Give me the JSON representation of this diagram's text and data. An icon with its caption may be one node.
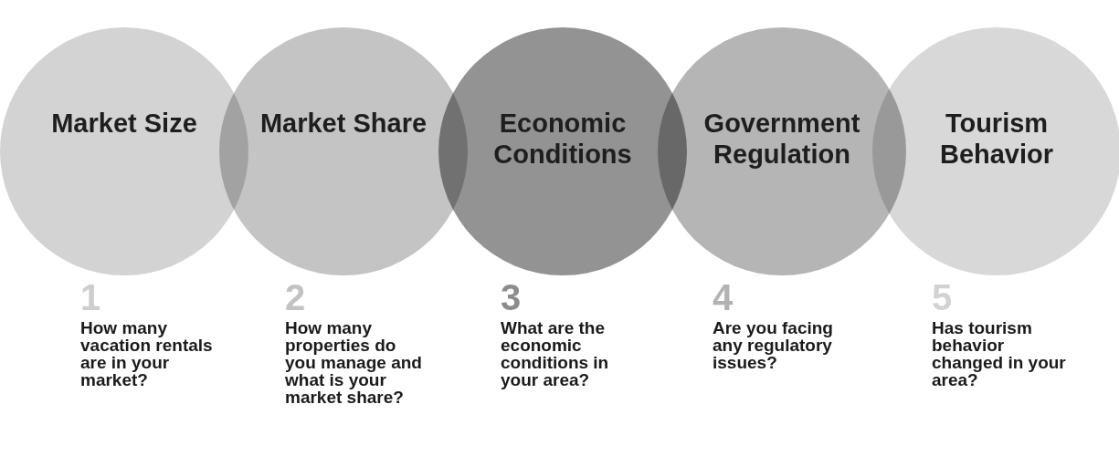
{
  "diagram": {
    "nodes": [
      {
        "text": [
          "Market Size"
        ],
        "beside": [
          "1",
          "How many vacation rentals are in your market?"
        ]
      },
      {
        "text": [
          "Market Share"
        ],
        "beside": [
          "2",
          "How many properties do you manage and what is your market share?"
        ]
      },
      {
        "text": [
          "Economic Conditions"
        ],
        "beside": [
          "3",
          "What are the economic conditions in your area?"
        ]
      },
      {
        "text": [
          "Government Regulation"
        ],
        "beside": [
          "4",
          "Are you facing any regulatory issues?"
        ]
      },
      {
        "text": [
          "Tourism Behavior"
        ],
        "beside": [
          "5",
          "Has tourism behavior changed in your area?"
        ]
      }
    ],
    "edges": []
  }
}
